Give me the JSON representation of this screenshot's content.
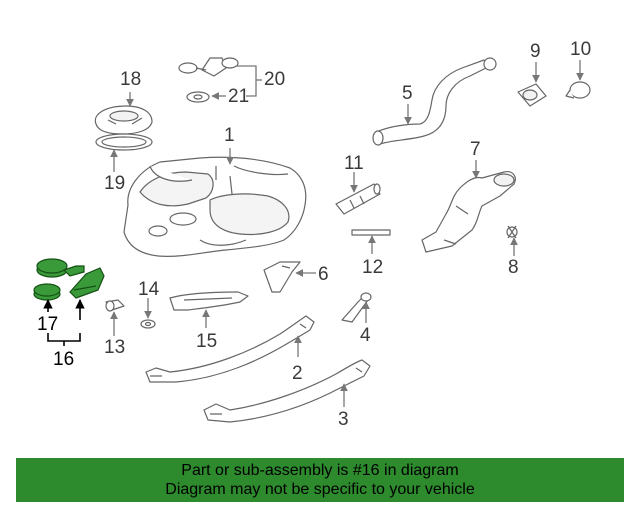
{
  "callouts": {
    "c1": "1",
    "c2": "2",
    "c3": "3",
    "c4": "4",
    "c5": "5",
    "c6": "6",
    "c7": "7",
    "c8": "8",
    "c9": "9",
    "c10": "10",
    "c11": "11",
    "c12": "12",
    "c13": "13",
    "c14": "14",
    "c15": "15",
    "c16": "16",
    "c17": "17",
    "c18": "18",
    "c19": "19",
    "c20": "20",
    "c21": "21"
  },
  "highlight": {
    "part": "16",
    "color": "#2d8a2d",
    "fill_color": "#3a9a3a"
  },
  "footer": {
    "line1": "Part or sub-assembly is #16 in diagram",
    "line2": "Diagram may not be specific to your vehicle",
    "bg_color": "#2d8a2d"
  }
}
